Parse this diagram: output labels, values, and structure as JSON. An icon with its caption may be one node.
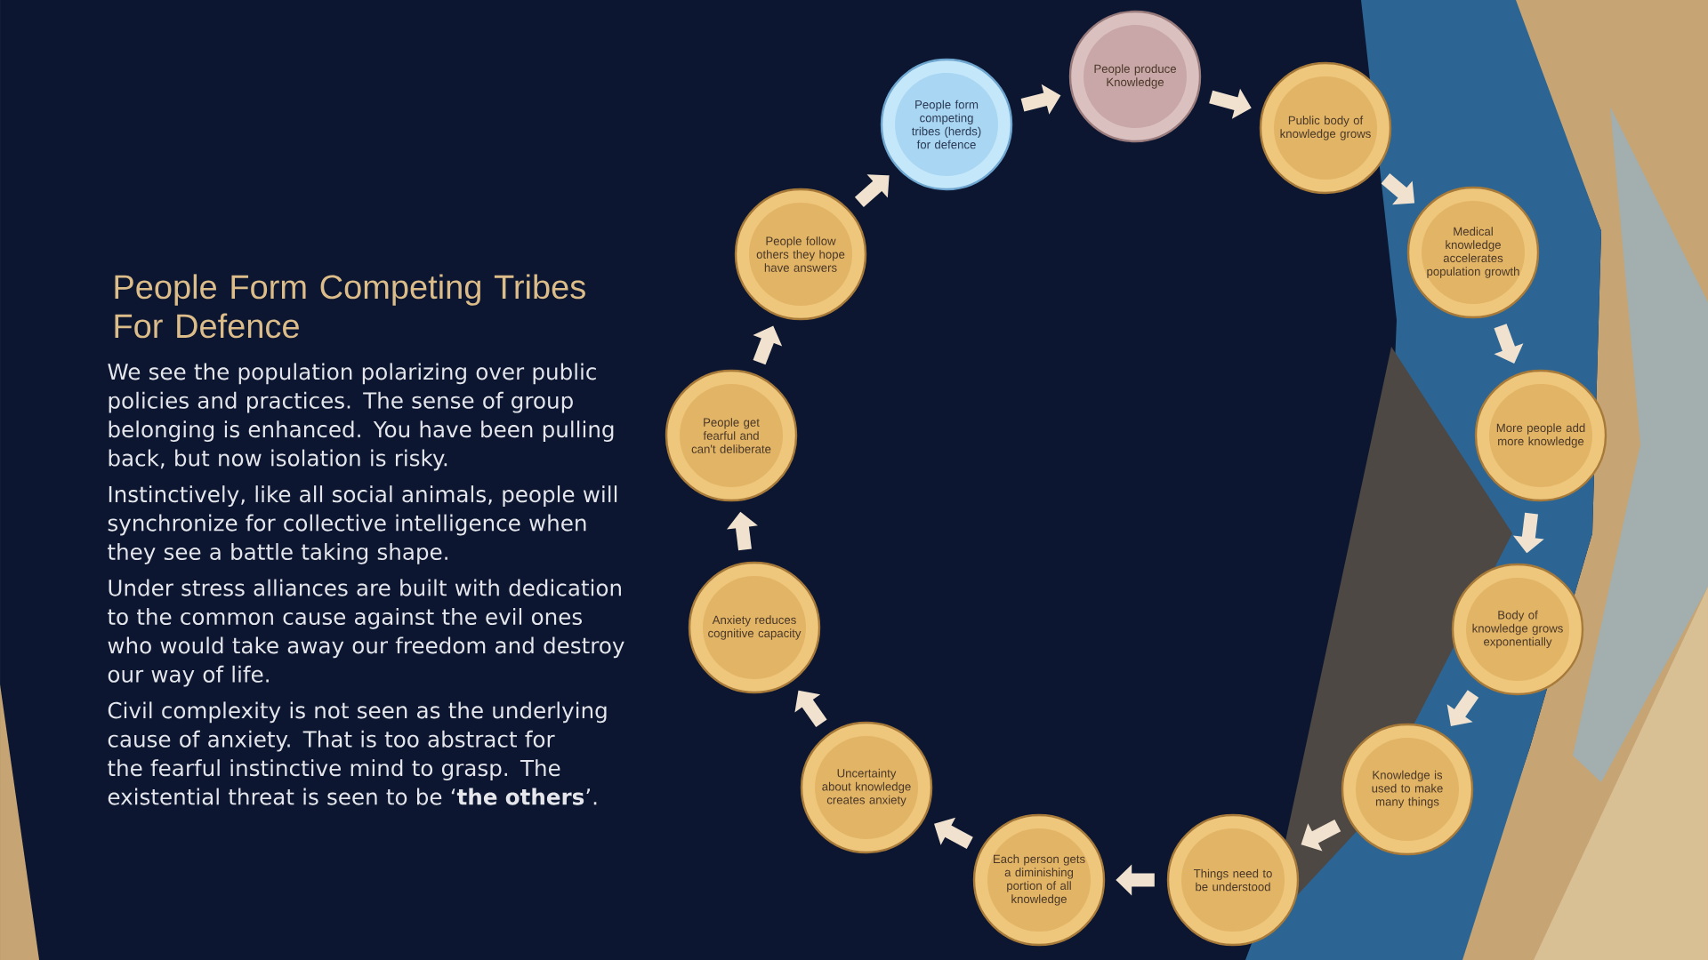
{
  "diagram": {
    "title": "People Form Competing Tribes For Defence",
    "nodes": [
      {
        "text": [
          "People produce Knowledge"
        ]
      },
      {
        "text": [
          "Public body of knowledge grows"
        ]
      },
      {
        "text": [
          "Medical knowledge accelerates population growth"
        ]
      },
      {
        "text": [
          "More people add more knowledge"
        ]
      },
      {
        "text": [
          "Body of knowledge grows exponentially"
        ]
      },
      {
        "text": [
          "Knowledge is used to make many things"
        ]
      },
      {
        "text": [
          "Things need to be understood"
        ]
      },
      {
        "text": [
          "Each person gets a diminishing portion of all knowledge"
        ]
      },
      {
        "text": [
          "Uncertainty about knowledge creates anxiety"
        ]
      },
      {
        "text": [
          "Anxiety reduces cognitive capacity"
        ]
      },
      {
        "text": [
          "People get fearful and can't deliberate"
        ]
      },
      {
        "text": [
          "People follow others they hope have answers"
        ]
      },
      {
        "text": [
          "People form competing tribes (herds) for defence"
        ]
      }
    ],
    "edges": [
      {
        "from": 0,
        "to": 1,
        "arrow": "to"
      },
      {
        "from": 1,
        "to": 2,
        "arrow": "to"
      },
      {
        "from": 2,
        "to": 3,
        "arrow": "to"
      },
      {
        "from": 3,
        "to": 4,
        "arrow": "to"
      },
      {
        "from": 4,
        "to": 5,
        "arrow": "to"
      },
      {
        "from": 5,
        "to": 6,
        "arrow": "to"
      },
      {
        "from": 6,
        "to": 7,
        "arrow": "to"
      },
      {
        "from": 7,
        "to": 8,
        "arrow": "to"
      },
      {
        "from": 8,
        "to": 9,
        "arrow": "to"
      },
      {
        "from": 9,
        "to": 10,
        "arrow": "to"
      },
      {
        "from": 10,
        "to": 11,
        "arrow": "to"
      },
      {
        "from": 11,
        "to": 12,
        "arrow": "to"
      },
      {
        "from": 12,
        "to": 0,
        "arrow": "to"
      }
    ],
    "labels": [
      "We see the population polarizing over public policies and practices. The sense of group belonging is enhanced. You have been pulling back, but now isolation is risky.",
      "Instinctively, like all social animals, people will synchronize for collective intelligence when they see a battle taking shape.",
      "Under stress alliances are built with dedication to the common cause against the evil ones who would take away our freedom and destroy our way of life.",
      "Civil complexity is not seen as the underlying cause of anxiety. That is too abstract for the fearful instinctive mind to grasp. The existential threat is seen to be ‘**the others**’."
    ]
  }
}
